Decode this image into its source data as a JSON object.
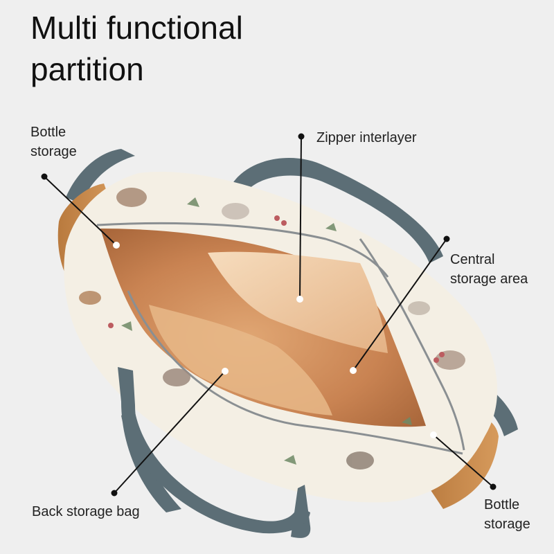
{
  "title": {
    "line1": "Multi functional",
    "line2": "partition"
  },
  "labels": {
    "bottle_left": {
      "line1": "Bottle",
      "line2": "storage"
    },
    "zipper": "Zipper interlayer",
    "central": {
      "line1": "Central",
      "line2": "storage area"
    },
    "back": "Back storage bag",
    "bottle_right": {
      "line1": "Bottle",
      "line2": "storage"
    }
  },
  "colors": {
    "background": "#efefef",
    "strap": "#5c6e76",
    "bag_print": "#f4efe4",
    "lining": "#d3925e",
    "zipper": "#8a8f92"
  }
}
